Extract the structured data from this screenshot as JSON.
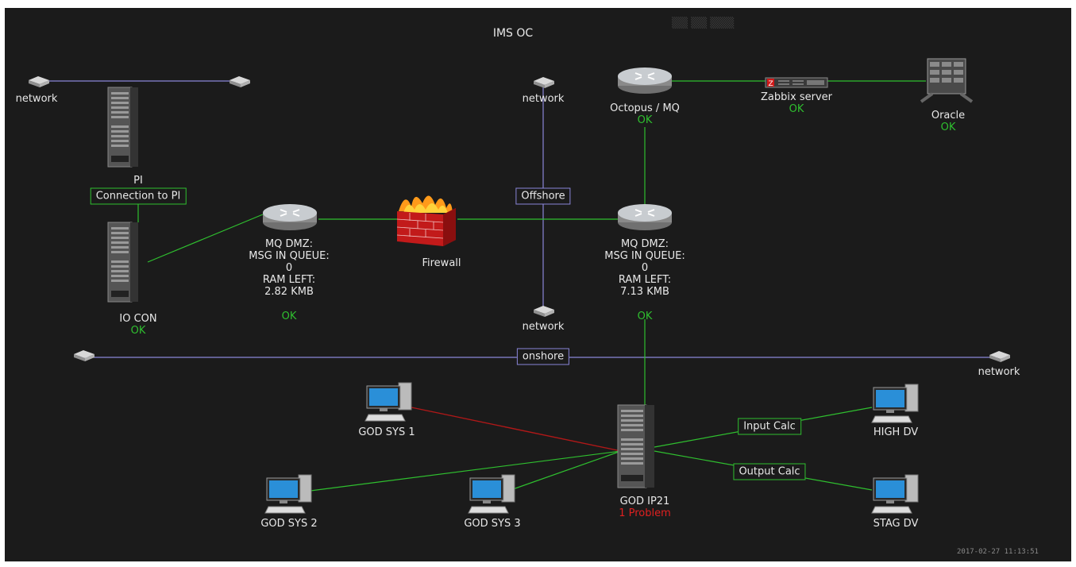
{
  "title": "IMS OC",
  "timestamp": "2017-02-27 11:13:51",
  "colors": {
    "background": "#1b1b1b",
    "ok": "#2fbf2f",
    "problem": "#e02020",
    "link_green": "#2fbf2f",
    "link_purple": "#8a86d8",
    "link_red": "#b01818"
  },
  "nodes": {
    "network_tl": {
      "label": "network"
    },
    "network_mid_top": {
      "label": "network"
    },
    "network_mid_bottom": {
      "label": "network"
    },
    "network_right": {
      "label": "network"
    },
    "pi": {
      "label": "PI"
    },
    "io_con": {
      "label": "IO CON",
      "status": "OK"
    },
    "mq_dmz_left": {
      "label": "MQ DMZ:",
      "line2": "MSG IN QUEUE:",
      "line3": "0",
      "line4": "RAM LEFT:",
      "line5": "2.82 KMB",
      "status": "OK"
    },
    "firewall": {
      "label": "Firewall"
    },
    "mq_dmz_right": {
      "label": "MQ DMZ:",
      "line2": "MSG IN QUEUE:",
      "line3": "0",
      "line4": "RAM LEFT:",
      "line5": "7.13 KMB",
      "status": "OK"
    },
    "octopus": {
      "label": "Octopus / MQ",
      "status": "OK"
    },
    "zabbix": {
      "label": "Zabbix server",
      "status": "OK"
    },
    "oracle": {
      "label": "Oracle",
      "status": "OK"
    },
    "god_sys_1": {
      "label": "GOD SYS 1"
    },
    "god_sys_2": {
      "label": "GOD SYS 2"
    },
    "god_sys_3": {
      "label": "GOD SYS 3"
    },
    "god_ip21": {
      "label": "GOD IP21",
      "status": "1 Problem"
    },
    "high_dv": {
      "label": "HIGH DV"
    },
    "stag_dv": {
      "label": "STAG DV"
    }
  },
  "link_labels": {
    "connection_to_pi": "Connection to PI",
    "offshore": "Offshore",
    "onshore": "onshore",
    "input_calc": "Input Calc",
    "output_calc": "Output Calc"
  }
}
